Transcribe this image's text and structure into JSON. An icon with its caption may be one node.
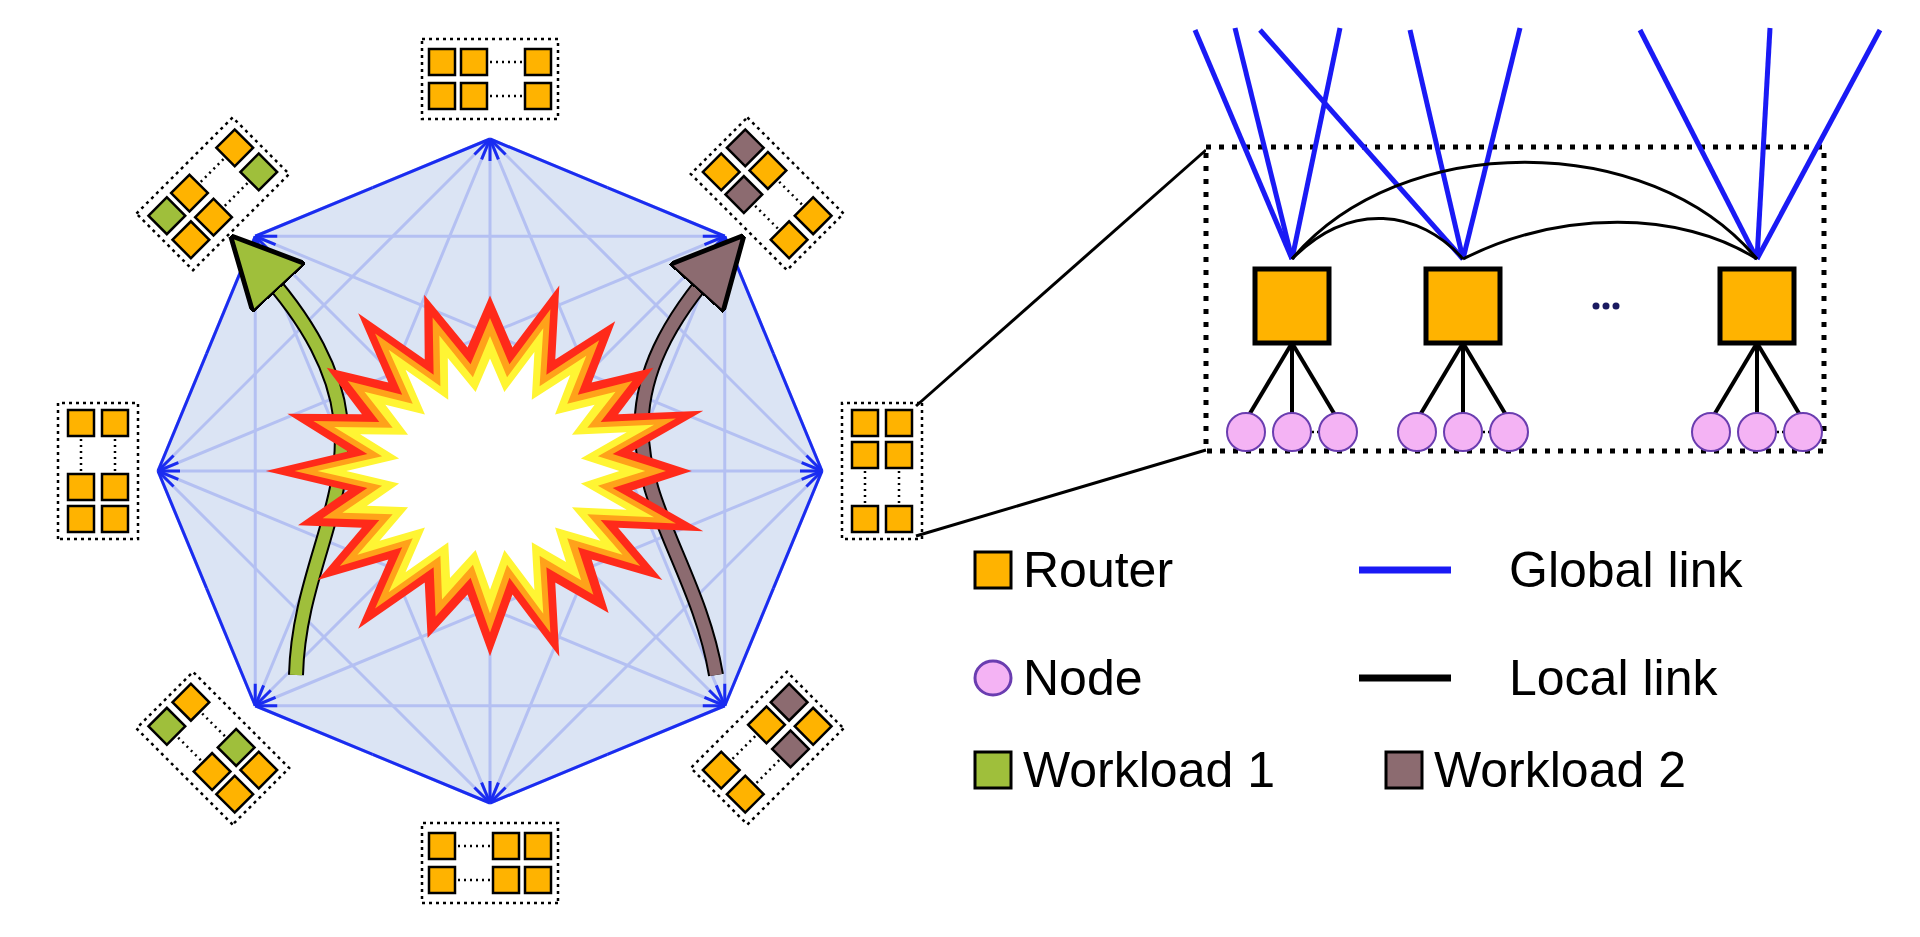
{
  "diagram": {
    "legend": [
      {
        "text": "Router",
        "color": "#ffb300"
      },
      {
        "text": "Global link"
      },
      {
        "text": "Node",
        "color": "#f4b3f4"
      },
      {
        "text": "Local link"
      },
      {
        "text": "Workload 1",
        "color": "#9fbf3b"
      },
      {
        "text": "Workload 2",
        "color": "#8c6b70"
      }
    ]
  }
}
